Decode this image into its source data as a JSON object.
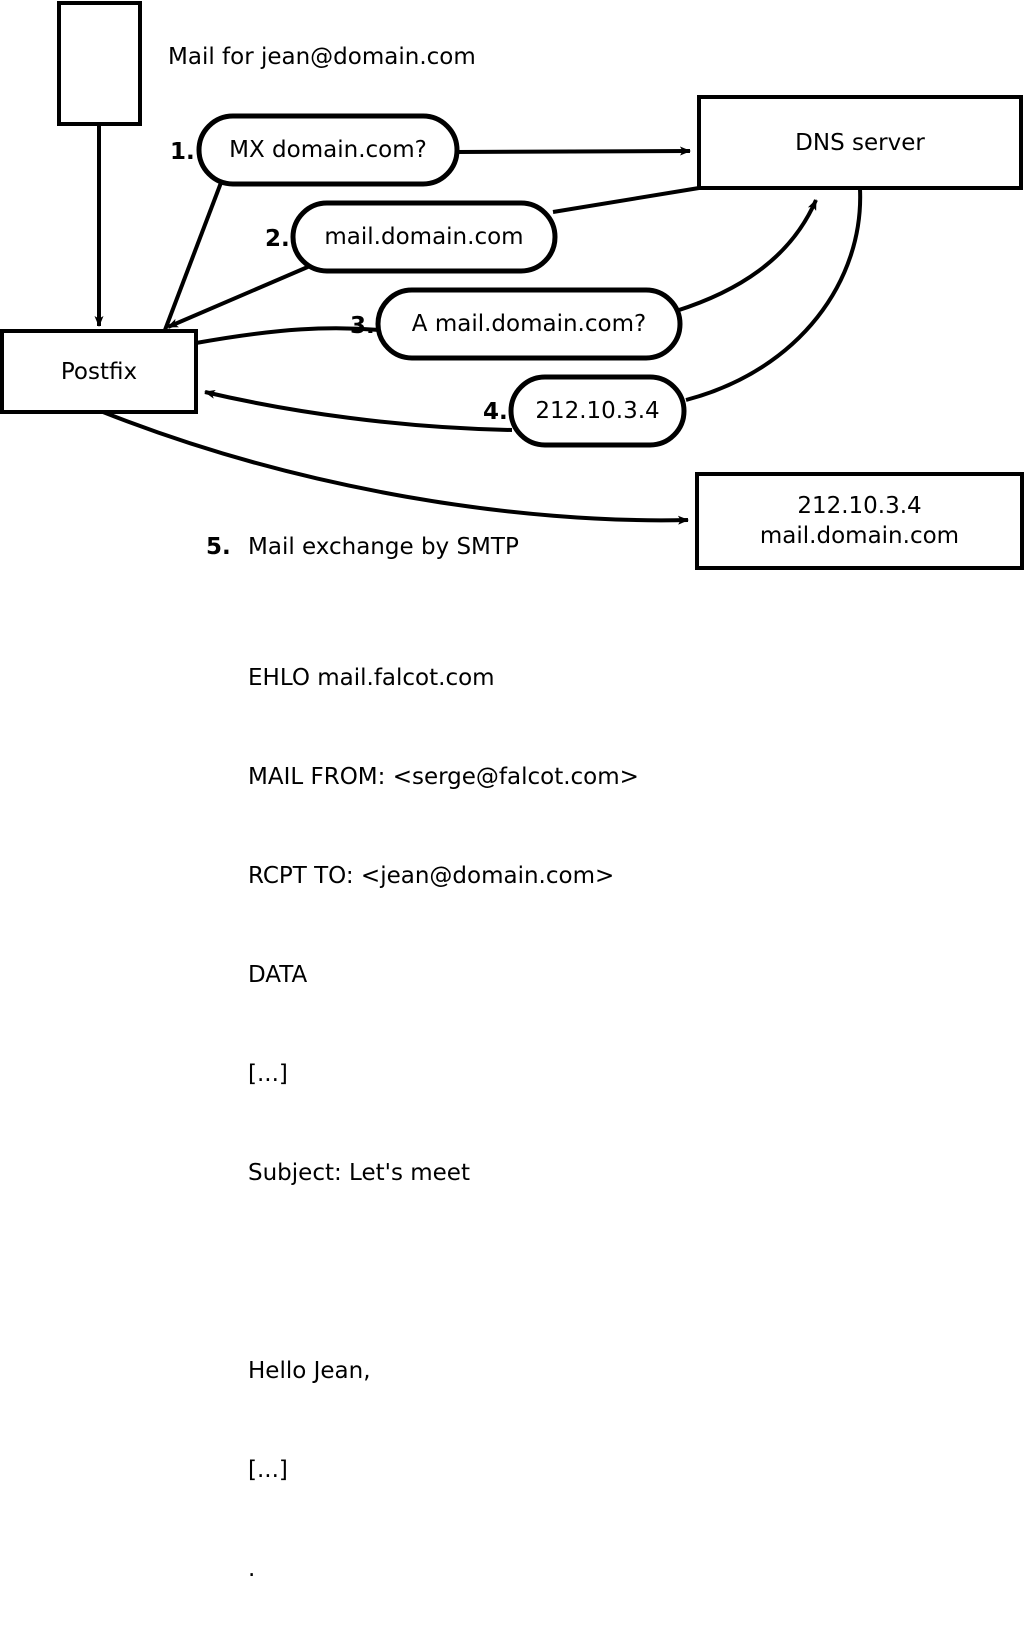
{
  "diagram": {
    "title_note": "Mail for jean@domain.com",
    "nodes": {
      "client_box": {
        "label": ""
      },
      "postfix": {
        "label": "Postfix"
      },
      "dns_server": {
        "label": "DNS server"
      },
      "target_server": {
        "label_line1": "212.10.3.4",
        "label_line2": "mail.domain.com"
      }
    },
    "steps": [
      {
        "num": "1.",
        "label": "MX domain.com?"
      },
      {
        "num": "2.",
        "label": "mail.domain.com"
      },
      {
        "num": "3.",
        "label": "A mail.domain.com?"
      },
      {
        "num": "4.",
        "label": "212.10.3.4"
      },
      {
        "num": "5.",
        "label": "Mail exchange by SMTP"
      }
    ],
    "smtp_transcript": [
      "EHLO mail.falcot.com",
      "MAIL FROM: <serge@falcot.com>",
      "RCPT TO: <jean@domain.com>",
      "DATA",
      "[...]",
      "Subject: Let's meet",
      "",
      "Hello Jean,",
      "[...]",
      "."
    ],
    "colors": {
      "stroke": "#000000",
      "fill": "#ffffff",
      "text": "#000000"
    }
  }
}
